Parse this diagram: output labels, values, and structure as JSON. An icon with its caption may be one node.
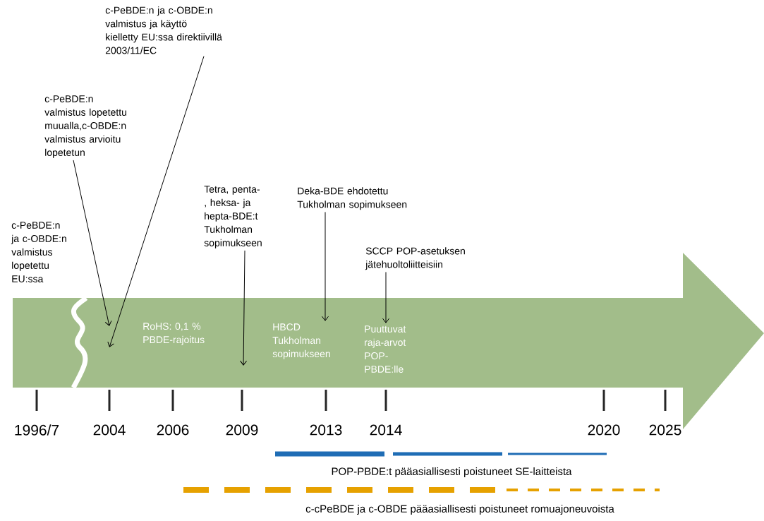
{
  "diagram": {
    "nodes": [
      {
        "text": [
          "c-PeBDE:n ja c-OBDE:n valmistus ja käyttö kielletty EU:ssa direktiivillä 2003/11/EC"
        ]
      },
      {
        "text": [
          "c-PeBDE:n valmistus lopetettu muualla,c-OBDE:n valmistus arvioitu lopetetun"
        ]
      },
      {
        "text": [
          "Tetra, penta-, heksa- ja hepta-BDE:t Tukholman sopimukseen"
        ]
      },
      {
        "text": [
          "Deka-BDE ehdotettu Tukholman sopimukseen"
        ]
      },
      {
        "text": [
          "SCCP POP-asetuksen jätehuoltoliitteisiin"
        ]
      },
      {
        "text": [
          "HBCD Tukholman sopimukseen"
        ]
      },
      {
        "text": [
          "Puuttuvat raja-arvot POP-PBDE:lle"
        ]
      }
    ],
    "edges": [
      {
        "from": 0,
        "to": null,
        "arrow": "to"
      },
      {
        "from": 1,
        "to": null,
        "arrow": "to"
      },
      {
        "from": 2,
        "to": null,
        "arrow": "to"
      },
      {
        "from": 3,
        "to": 5,
        "arrow": "to"
      },
      {
        "from": 4,
        "to": 6,
        "arrow": "to"
      }
    ],
    "labels": [
      "c-PeBDE:n ja c-OBDE:n valmistus lopetettu EU:ssa",
      "RoHS: 0,1 % PBDE-rajoitus",
      "1996/7",
      "2004",
      "2006",
      "2009",
      "2013",
      "2014",
      "2020",
      "2025",
      "POP-PBDE:t pääasiallisesti poistuneet SE-laitteista",
      "c-cPeBDE ja c-OBDE pääasiallisesti poistuneet romuajoneuvoista"
    ]
  }
}
